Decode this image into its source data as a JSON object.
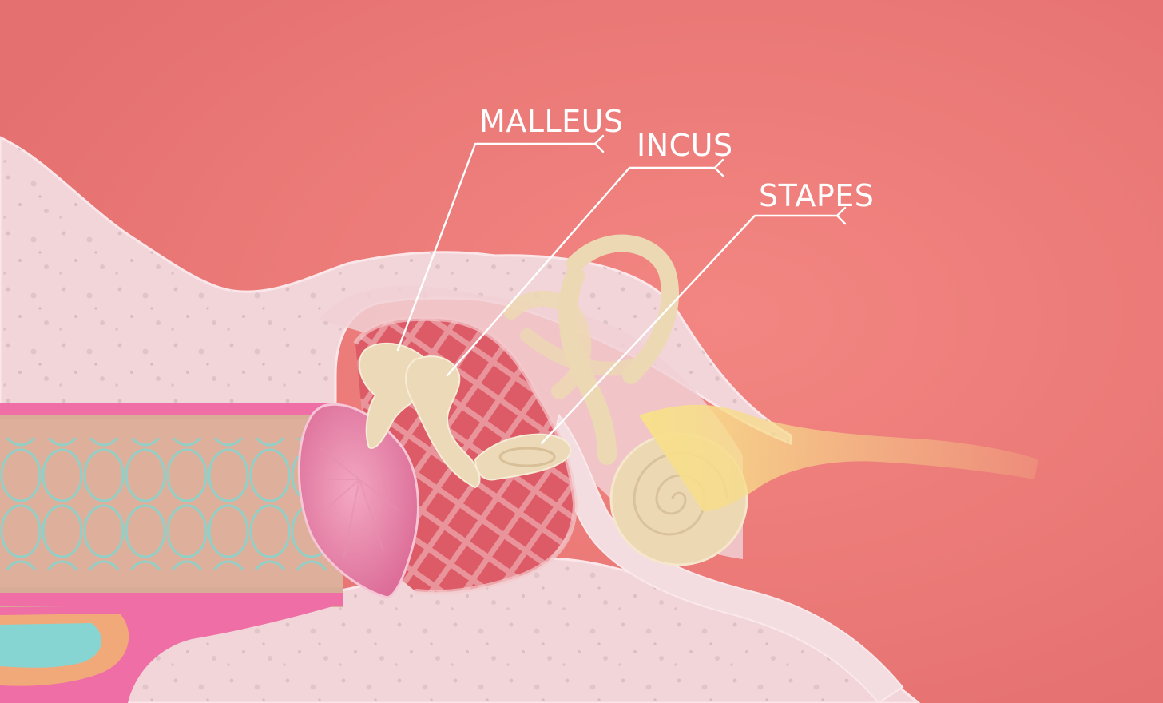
{
  "labels": {
    "malleus": "MALLEUS",
    "incus": "INCUS",
    "stapes": "STAPES"
  },
  "colors": {
    "background": "#ec7f7c",
    "bone": "#f2d6d9",
    "ossicles": "#ecd9b8",
    "eardrum": "#ea8fae",
    "middle_ear_cavity": "#d9606a",
    "nerve": "#f5dc82",
    "canal_liquid": "#7fd4d0",
    "label_text": "#ffffff"
  }
}
